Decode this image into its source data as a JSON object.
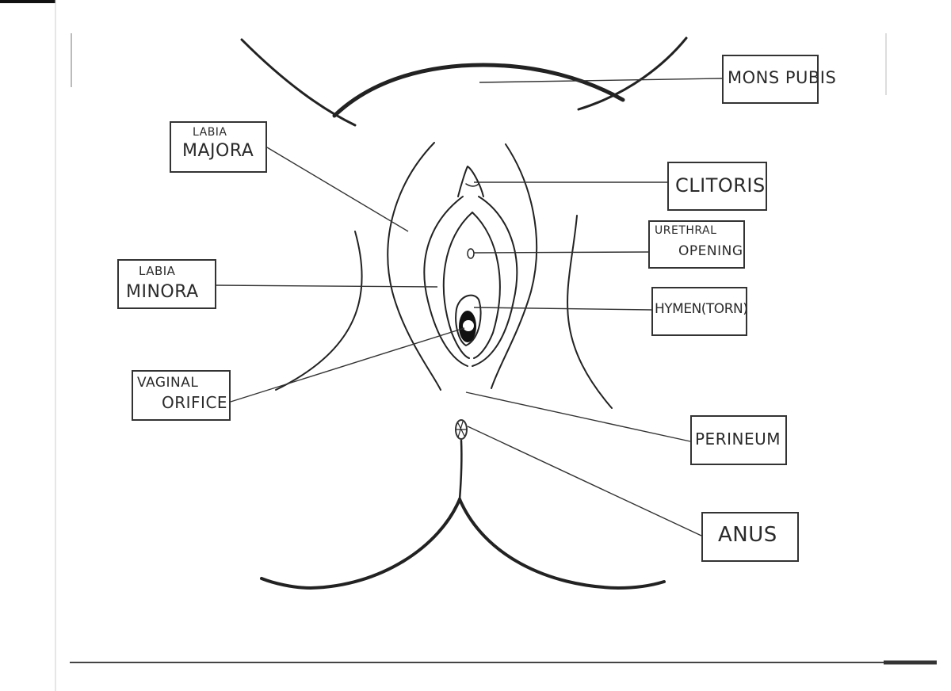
{
  "labels": {
    "mons_pubis": "MONS PUBIS",
    "labia_majora": [
      "LABIA",
      "MAJORA"
    ],
    "clitoris": "CLITORIS",
    "urethral_opening": [
      "URETHRAL",
      "OPENING"
    ],
    "labia_minora": [
      "LABIA",
      "MINORA"
    ],
    "hymen": "HYMEN(TORN)",
    "vaginal_orifice": [
      "VAGINAL",
      "ORIFICE"
    ],
    "perineum": "PERINEUM",
    "anus": "ANUS"
  }
}
